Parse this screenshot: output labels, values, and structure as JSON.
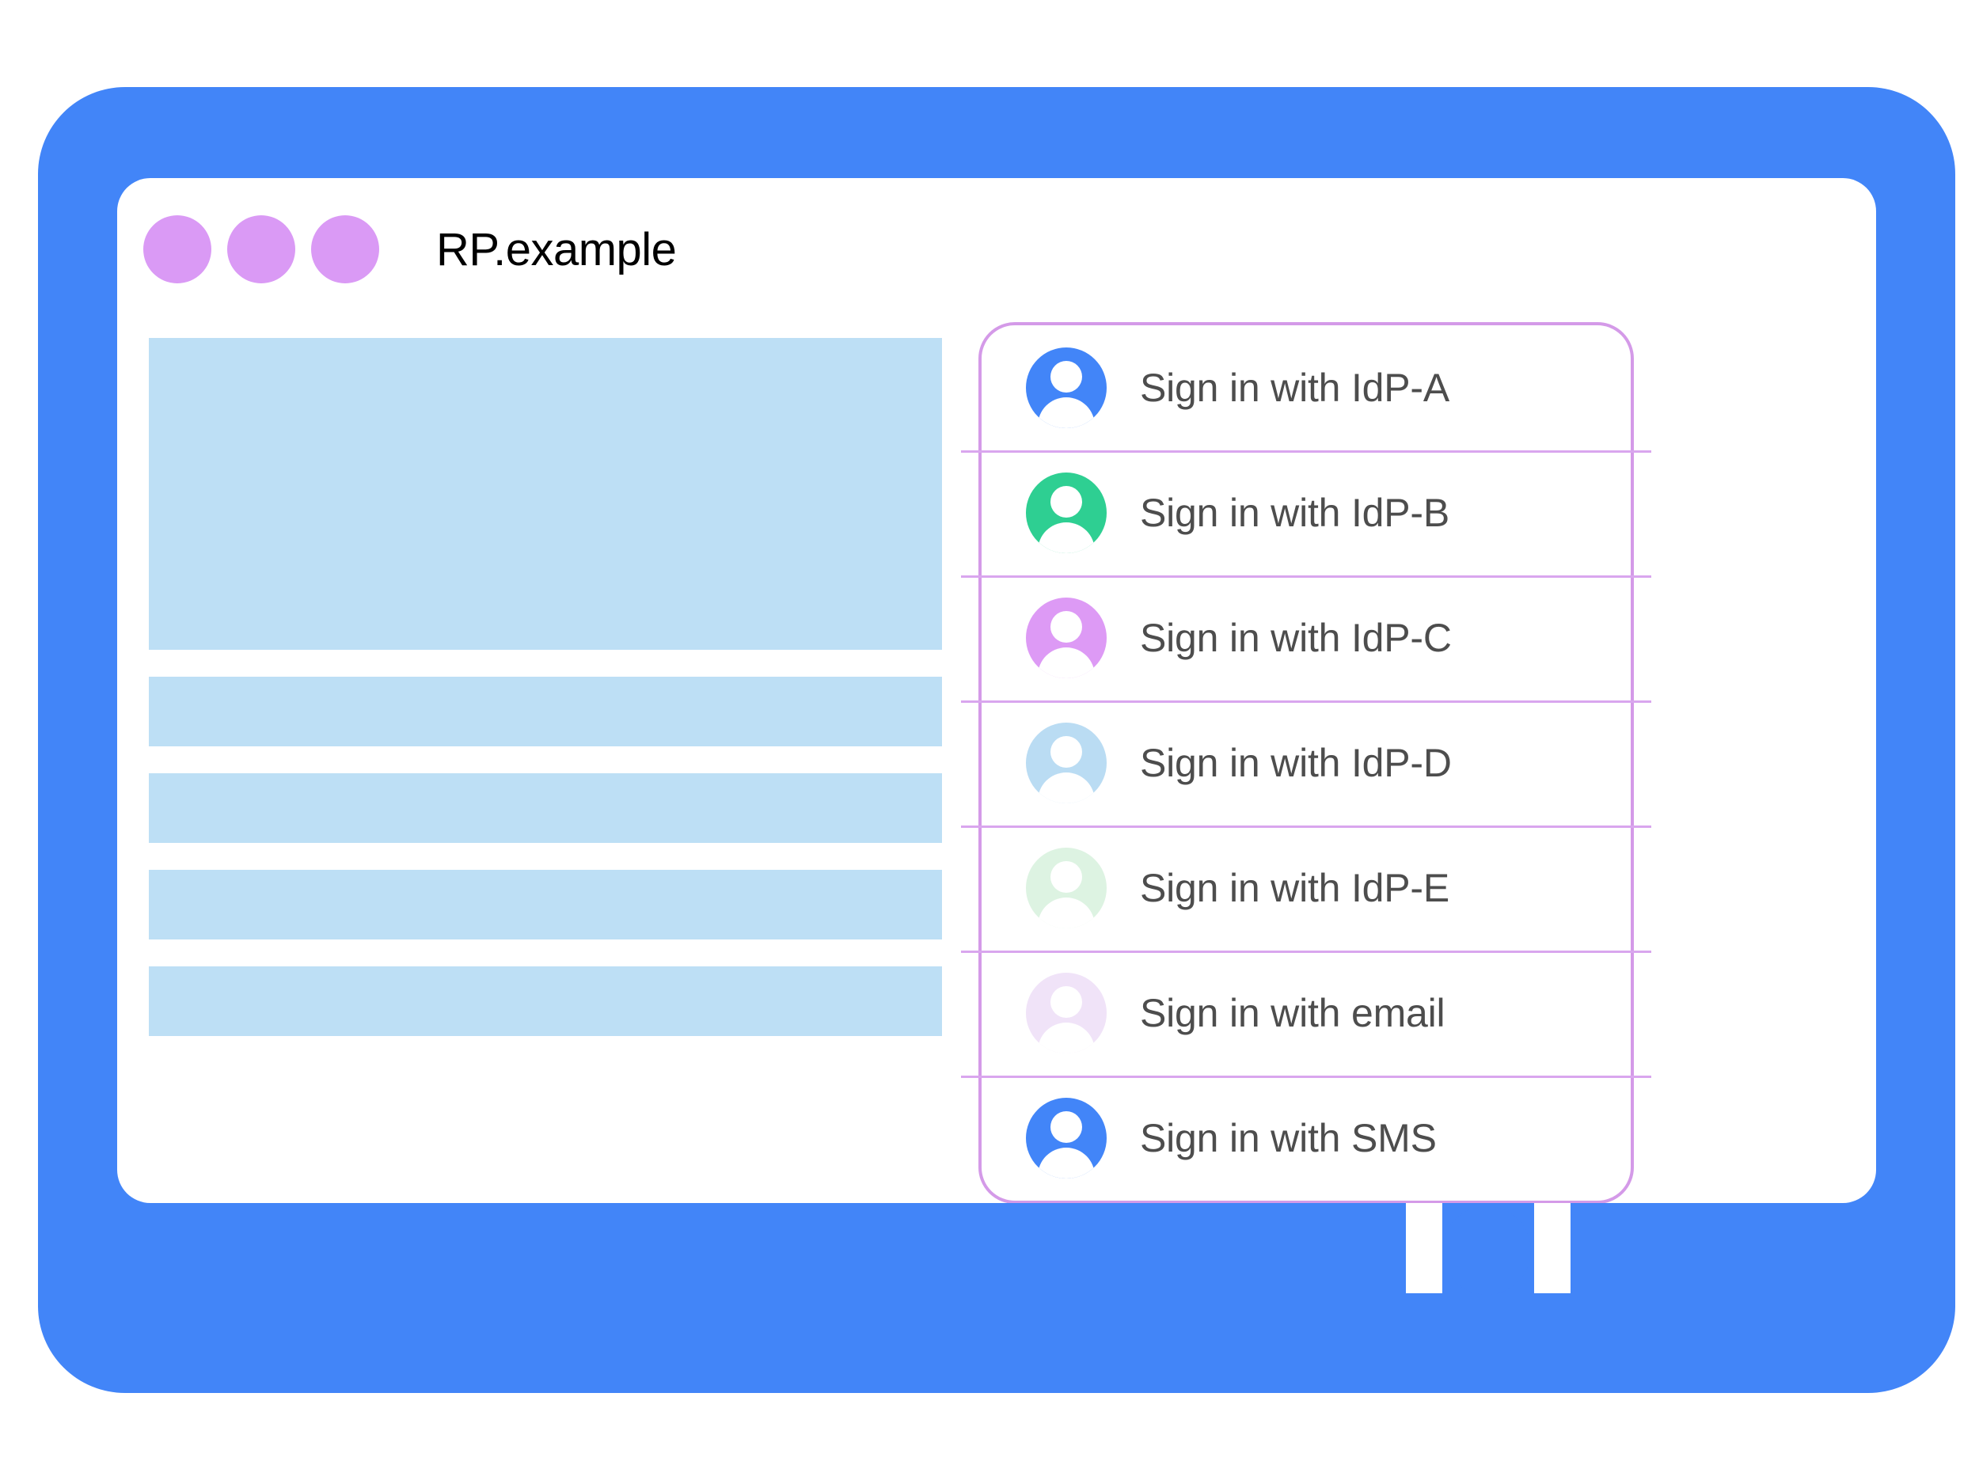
{
  "window": {
    "title": "RP.example",
    "dots": [
      "window-dot-1",
      "window-dot-2",
      "window-dot-3"
    ],
    "dot_color": "#da9af5",
    "frame_color": "#4285f8",
    "home_button": "home-button"
  },
  "content": {
    "placeholder_color": "#bddff5",
    "blocks": [
      {
        "kind": "hero"
      },
      {
        "kind": "line"
      },
      {
        "kind": "line"
      },
      {
        "kind": "line"
      },
      {
        "kind": "line"
      }
    ]
  },
  "idp_panel": {
    "border_color": "#d49ae8",
    "divider_color": "#d9a6ee",
    "label_color": "#4d4d4d",
    "options": [
      {
        "label": "Sign in with IdP-A",
        "icon": "account-avatar-icon",
        "avatar_color": "#4285f8"
      },
      {
        "label": "Sign in with IdP-B",
        "icon": "account-avatar-icon",
        "avatar_color": "#2ecf92"
      },
      {
        "label": "Sign in with IdP-C",
        "icon": "account-avatar-icon",
        "avatar_color": "#dd9af5"
      },
      {
        "label": "Sign in with IdP-D",
        "icon": "account-avatar-icon",
        "avatar_color": "#badcf3"
      },
      {
        "label": "Sign in with IdP-E",
        "icon": "account-avatar-icon",
        "avatar_color": "#ddf3e2"
      },
      {
        "label": "Sign in with email",
        "icon": "account-avatar-icon",
        "avatar_color": "#f0e3f8"
      },
      {
        "label": "Sign in with SMS",
        "icon": "account-avatar-icon",
        "avatar_color": "#4285f8"
      }
    ]
  }
}
